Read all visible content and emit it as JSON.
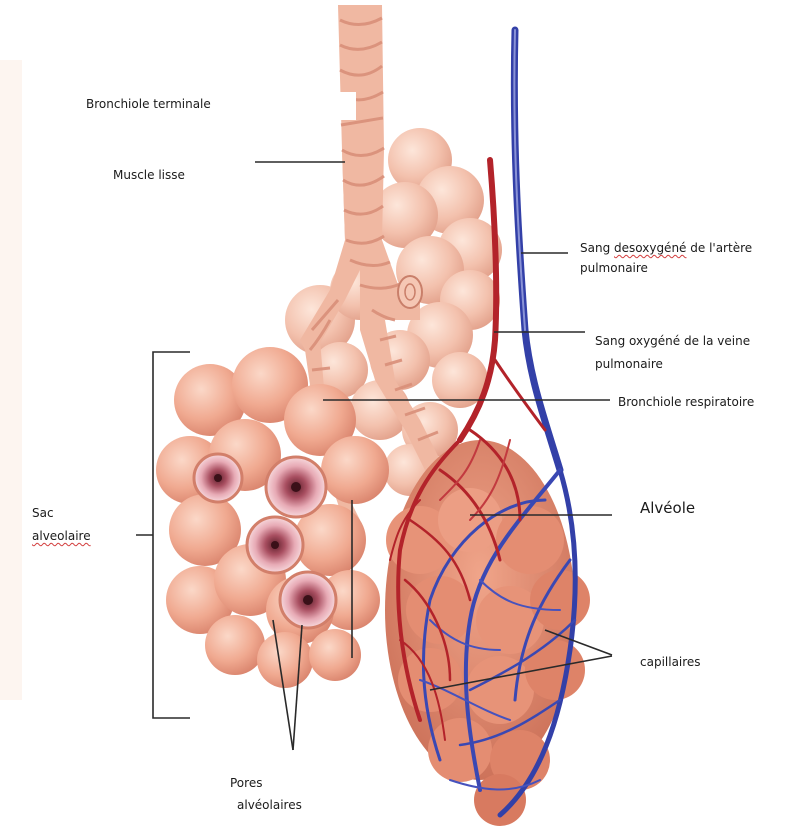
{
  "colors": {
    "alveolus_fill": "#f2b29c",
    "alveolus_shadow": "#d9836c",
    "bronchiole": "#f0b8a2",
    "bronchiole_band": "#d98f79",
    "artery_red": "#b3232a",
    "vein_blue": "#3340a8",
    "leader": "#2a2a2a",
    "pore_ring": "#e6a5ad",
    "pore_core": "#7a2d3a",
    "spelling_underline": "#d23c3c"
  },
  "labels": {
    "bronchiole_terminale": "Bronchiole terminale",
    "muscle_lisse": "Muscle lisse",
    "sang_desoxygene_line1_a": "Sang ",
    "sang_desoxygene_line1_b": "desoxygéné",
    "sang_desoxygene_line1_c": " de l'artère",
    "sang_desoxygene_line2": "pulmonaire",
    "sang_oxygene_line1": "Sang oxygéné de la veine",
    "sang_oxygene_line2": "pulmonaire",
    "bronchiole_respiratoire": "Bronchiole respiratoire",
    "sac_line1": "Sac",
    "sac_line2": "alveolaire",
    "alveole": "Alvéole",
    "capillaires": "capillaires",
    "pores_line1": "Pores",
    "pores_line2": "alvéolaires"
  }
}
